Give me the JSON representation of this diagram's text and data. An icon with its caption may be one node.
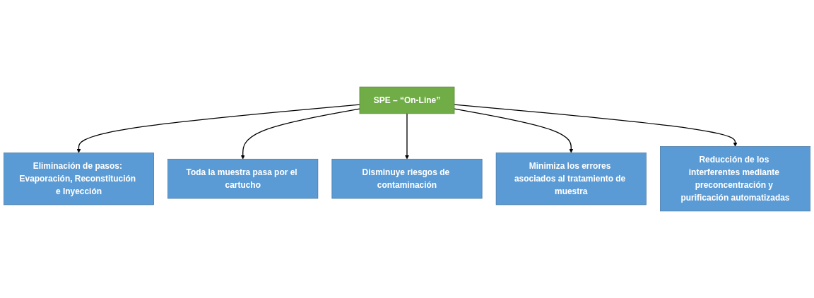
{
  "diagram": {
    "nodes": [
      {
        "text": [
          "Eliminación de pasos: Evaporación, Reconstitución e Inyección"
        ]
      },
      {
        "text": [
          "Toda la muestra pasa por el cartucho"
        ]
      },
      {
        "text": [
          "Disminuye riesgos de contaminación"
        ]
      },
      {
        "text": [
          "SPE – “On-Line”"
        ]
      },
      {
        "text": [
          "Minimiza los errores asociados al tratamiento de muestra"
        ]
      },
      {
        "text": [
          "Reducción de los interferentes mediante preconcentración y purificación automatizadas"
        ]
      }
    ],
    "edges": [
      {
        "from": 3,
        "to": 0,
        "arrow": "to"
      },
      {
        "from": 3,
        "to": 1,
        "arrow": "to"
      },
      {
        "from": 3,
        "to": 2,
        "arrow": "to"
      },
      {
        "from": 3,
        "to": 4,
        "arrow": "to"
      },
      {
        "from": 3,
        "to": 5,
        "arrow": "to"
      }
    ]
  }
}
